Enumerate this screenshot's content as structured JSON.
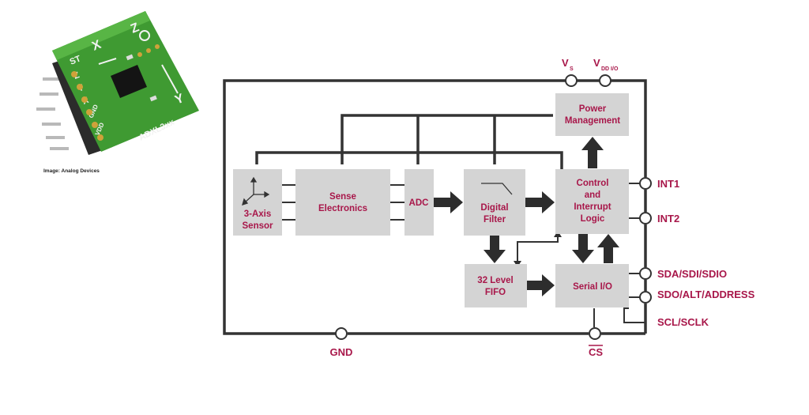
{
  "caption": "Image: Analog Devices",
  "photo": {
    "silk_labels": [
      "ST",
      "Z",
      "Y",
      "X",
      "GND",
      "VDD"
    ],
    "chip_label": "ADXL3xx",
    "axis_labels": [
      "X",
      "Z",
      "Y"
    ]
  },
  "blocks": {
    "sensor": [
      "3-Axis",
      "Sensor"
    ],
    "sense": [
      "Sense",
      "Electronics"
    ],
    "adc": [
      "ADC"
    ],
    "filter": [
      "Digital",
      "Filter"
    ],
    "power": [
      "Power",
      "Management"
    ],
    "control": [
      "Control",
      "and",
      "Interrupt",
      "Logic"
    ],
    "fifo": [
      "32 Level",
      "FIFO"
    ],
    "serial": [
      "Serial I/O"
    ]
  },
  "pins": {
    "vs": {
      "main": "V",
      "sub": "S"
    },
    "vddio": {
      "main": "V",
      "sub": "DD I/O"
    },
    "int1": "INT1",
    "int2": "INT2",
    "sda": "SDA/SDI/SDIO",
    "sdo": "SDO/ALT/ADDRESS",
    "scl": "SCL/SCLK",
    "gnd": "GND",
    "cs": "CS"
  }
}
